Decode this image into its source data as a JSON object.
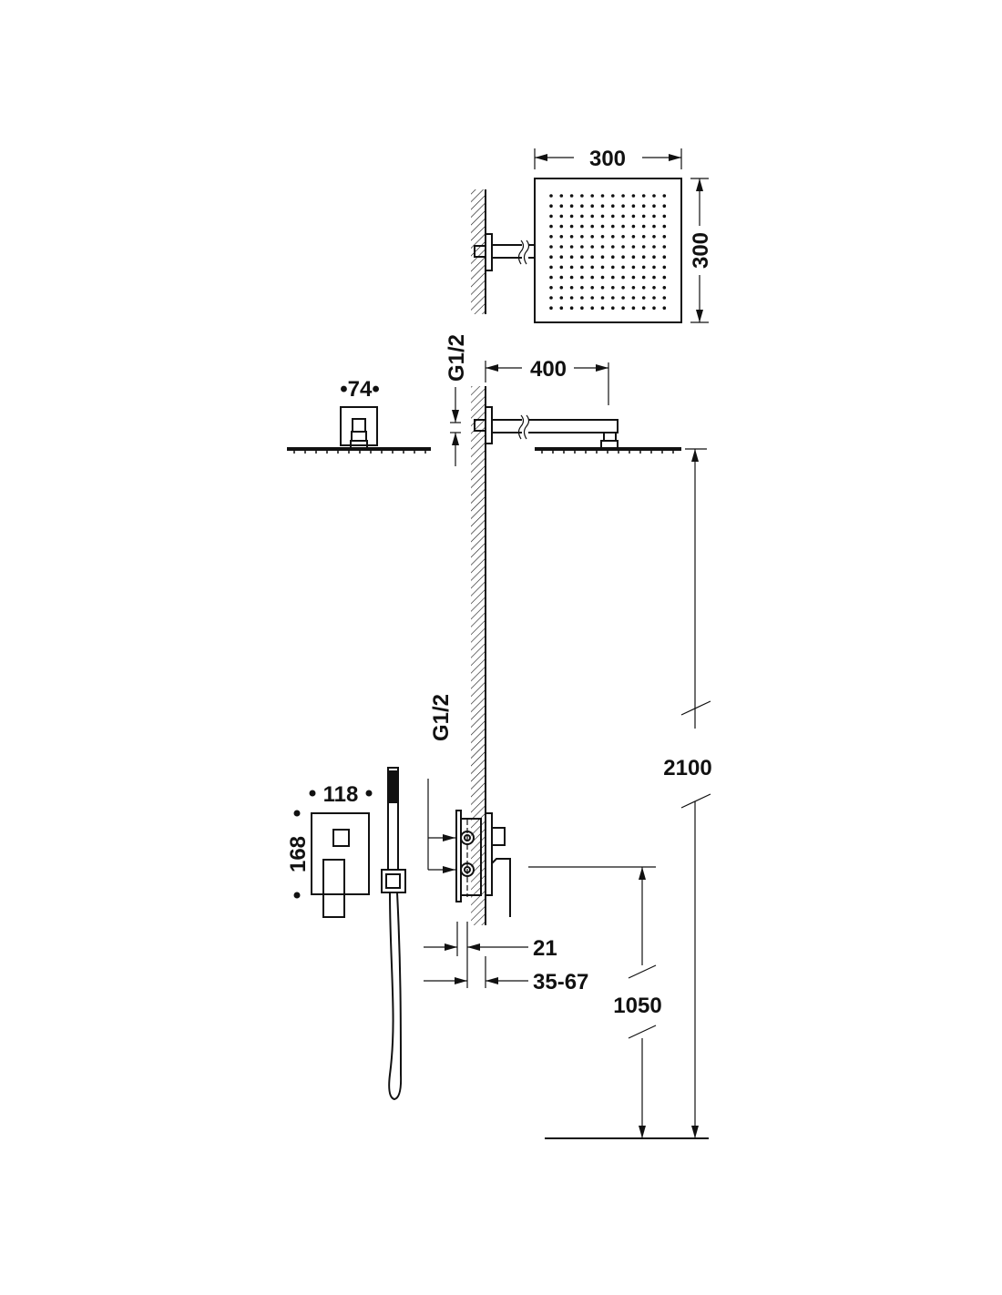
{
  "drawing": {
    "dimensions": {
      "head_width": "300",
      "head_depth": "300",
      "arm_length": "400",
      "inlet_top": "G1/2",
      "inlet_mixer": "G1/2",
      "arm_flange": "•74•",
      "mixer_width": "118",
      "mixer_height": "168",
      "head_height": "2100",
      "mixer_height_floor": "1050",
      "plate_depth": "21",
      "embed_depth": "35-67"
    },
    "colors": {
      "ink": "#111111",
      "background": "#ffffff"
    }
  }
}
